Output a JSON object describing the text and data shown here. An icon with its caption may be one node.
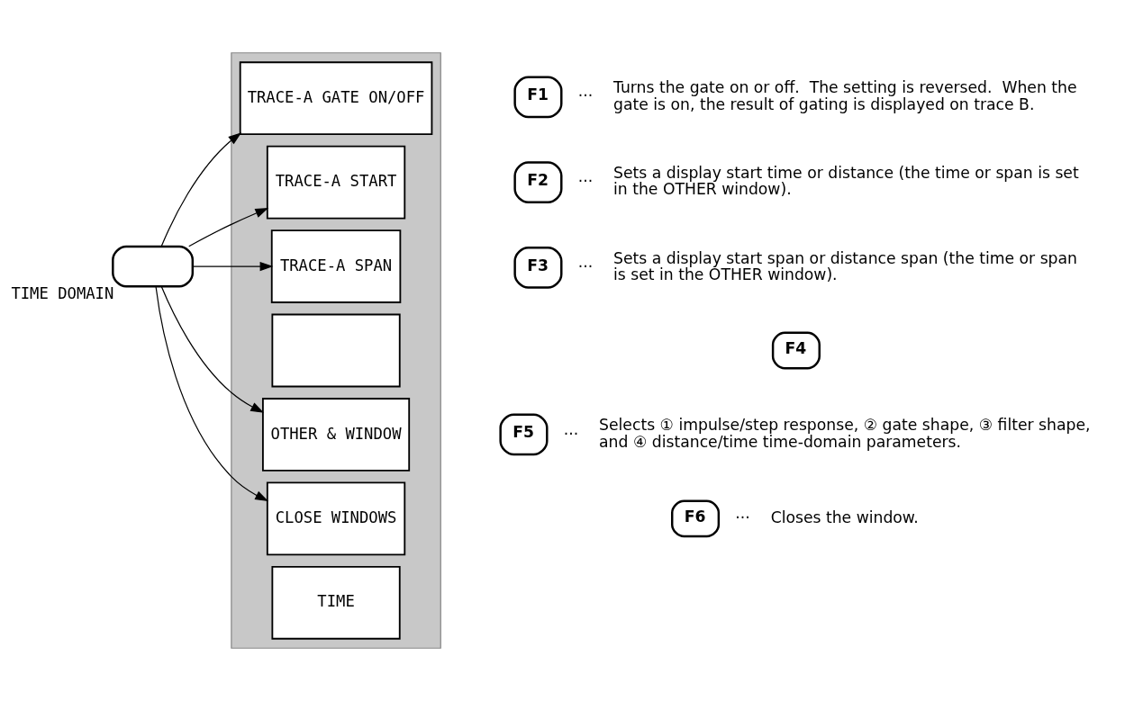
{
  "diagram": {
    "nodes": [
      {
        "text": [
          "TIME DOMAIN"
        ]
      },
      {
        "text": [],
        "shape": "bar"
      },
      {
        "text": [
          "TIME"
        ],
        "in": 1
      },
      {
        "text": [
          "TRACE-A GATE ON/OFF"
        ],
        "in": 1
      },
      {
        "text": [
          "TRACE-A START"
        ],
        "in": 1
      },
      {
        "text": [
          "TRACE-A SPAN"
        ],
        "in": 1
      },
      {
        "text": [],
        "shape": "box",
        "in": 1
      },
      {
        "text": [
          "OTHER & WINDOW"
        ],
        "in": 1
      },
      {
        "text": [
          "CLOSE WINDOWS"
        ],
        "in": 1
      },
      {
        "text": [
          "F1"
        ],
        "beside": [
          "···",
          "Turns the gate on or off.  The setting is reversed.  When the gate is on, the result of gating is displayed on trace B."
        ]
      },
      {
        "text": [
          "F2"
        ],
        "beside": [
          "···",
          "Sets a display start time or distance (the time or span is set in the OTHER window)."
        ]
      },
      {
        "text": [
          "F3"
        ],
        "beside": [
          "···",
          "Sets a display start span or distance span (the time or span is set in the OTHER window)."
        ]
      },
      {
        "text": [
          "F4"
        ]
      },
      {
        "text": [
          "F5"
        ],
        "beside": [
          "···",
          "Selects ① impulse/step response, ② gate shape, ③ filter shape, and ④ distance/time time-domain parameters."
        ]
      },
      {
        "text": [
          "F6"
        ],
        "beside": [
          "···",
          "Closes the window."
        ]
      }
    ],
    "edges": [
      {
        "from": 0,
        "to": 3,
        "arrow": "to"
      },
      {
        "from": 0,
        "to": 4,
        "arrow": "to"
      },
      {
        "from": 0,
        "to": 5,
        "arrow": "to"
      },
      {
        "from": 0,
        "to": 7,
        "arrow": "to"
      },
      {
        "from": 0,
        "to": 8,
        "arrow": "to"
      }
    ]
  }
}
